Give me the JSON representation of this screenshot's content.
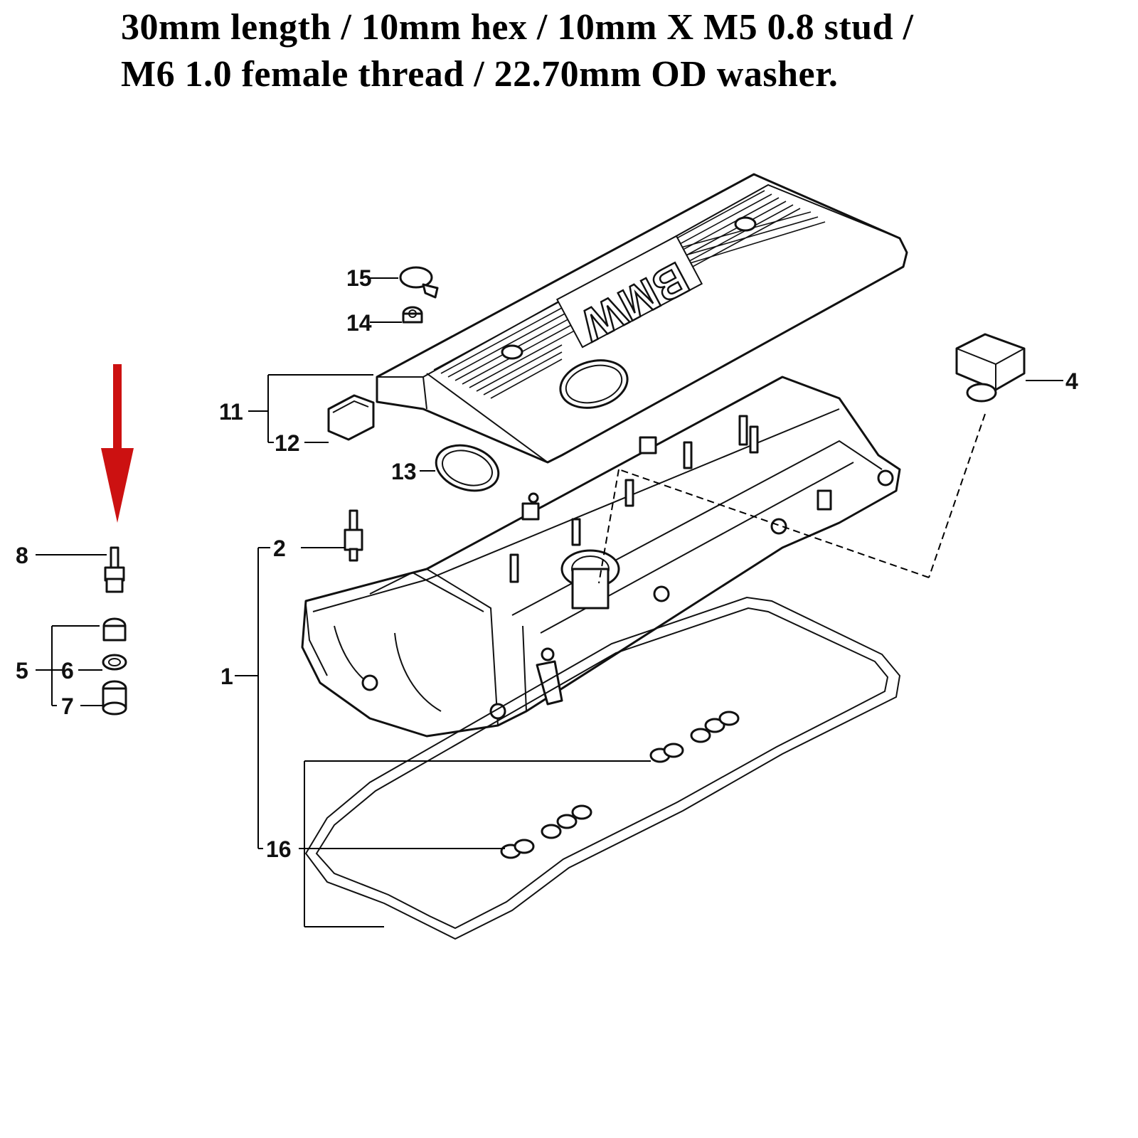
{
  "header": {
    "line1": "30mm length / 10mm hex / 10mm X M5 0.8 stud /",
    "line2": "M6 1.0 female thread / 22.70mm OD washer."
  },
  "diagram": {
    "cover_logo": "BMW",
    "arrow_color": "#cc1111",
    "callouts": {
      "c1": "1",
      "c2": "2",
      "c4": "4",
      "c5": "5",
      "c6": "6",
      "c7": "7",
      "c8": "8",
      "c11": "11",
      "c12": "12",
      "c13": "13",
      "c14": "14",
      "c15": "15",
      "c16": "16"
    }
  }
}
